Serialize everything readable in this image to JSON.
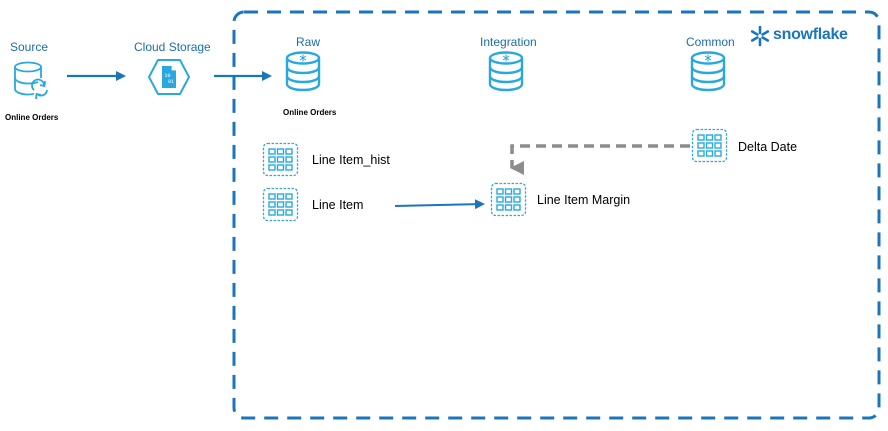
{
  "stages": {
    "source": "Source",
    "cloud_storage": "Cloud Storage",
    "raw": "Raw",
    "integration": "Integration",
    "common": "Common"
  },
  "source_caption": "Online Orders",
  "raw_caption": "Online Orders",
  "brand": "snowflake",
  "tables": {
    "line_item_hist": "Line Item_hist",
    "line_item": "Line Item",
    "line_item_margin": "Line Item Margin",
    "delta_date": "Delta Date"
  },
  "icons": {
    "source": "database-sync-icon",
    "cloud_storage": "storage-file-icon",
    "database": "snowflake-database-icon",
    "table": "table-grid-icon",
    "brand": "snowflake-logo-icon"
  },
  "colors": {
    "accent": "#1b75bb",
    "icon": "#29a8e0",
    "dashed_border": "#1b75bb",
    "dependency_arrow": "#8c8c8c"
  }
}
